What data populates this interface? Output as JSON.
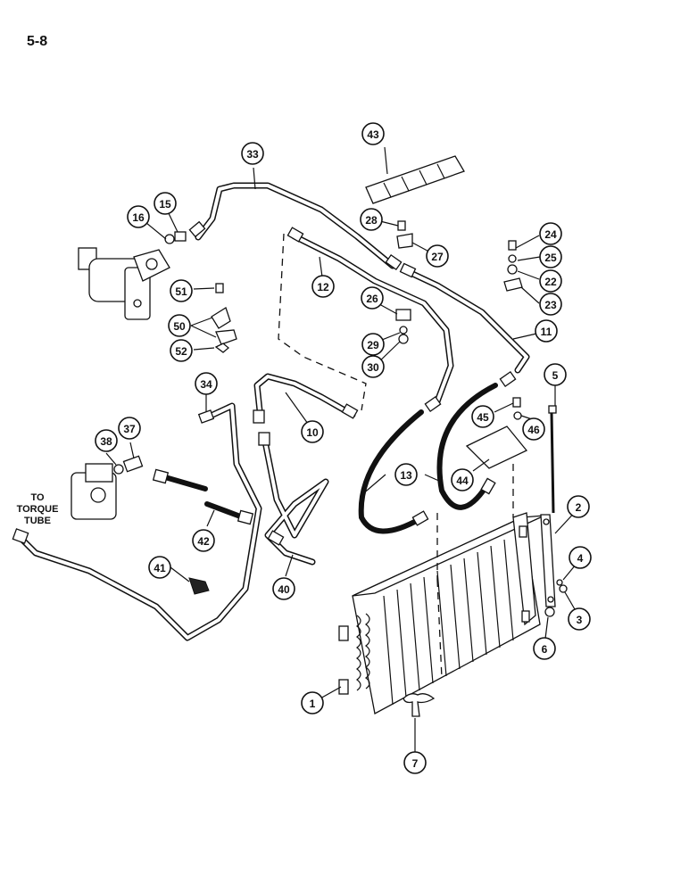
{
  "page": {
    "number": "5-8"
  },
  "external_label": {
    "line1": "TO",
    "line2": "TORQUE",
    "line3": "TUBE"
  },
  "callouts": {
    "c1": "1",
    "c2": "2",
    "c3": "3",
    "c4": "4",
    "c5": "5",
    "c6": "6",
    "c7": "7",
    "c10": "10",
    "c11": "11",
    "c12": "12",
    "c13": "13",
    "c15": "15",
    "c16": "16",
    "c22": "22",
    "c23": "23",
    "c24": "24",
    "c25": "25",
    "c26": "26",
    "c27": "27",
    "c28": "28",
    "c29": "29",
    "c30": "30",
    "c33": "33",
    "c34": "34",
    "c37": "37",
    "c38": "38",
    "c40": "40",
    "c41": "41",
    "c42": "42",
    "c43": "43",
    "c44": "44",
    "c45": "45",
    "c46": "46",
    "c50": "50",
    "c51": "51",
    "c52": "52"
  }
}
